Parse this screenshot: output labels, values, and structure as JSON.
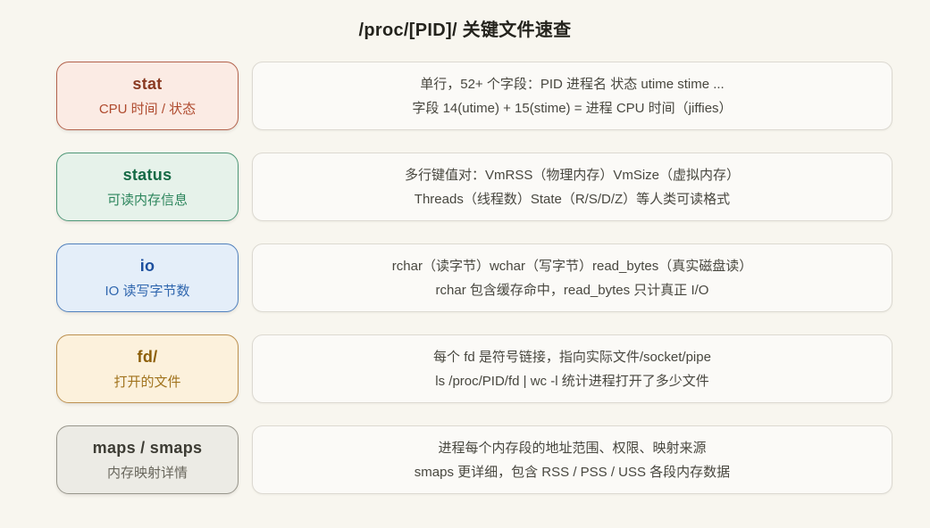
{
  "page": {
    "title": "/proc/[PID]/ 关键文件速查",
    "background": "#f8f6ef"
  },
  "description_box": {
    "bg": "#fbfaf7",
    "border": "#dcd9d1",
    "text_color": "#48473f"
  },
  "rows": [
    {
      "file": "stat",
      "role": "CPU 时间 / 状态",
      "desc": [
        "单行，52+ 个字段：PID 进程名 状态 utime stime ...",
        "字段 14(utime) + 15(stime) = 进程 CPU 时间（jiffies）"
      ],
      "colors": {
        "bg": "#fbebe4",
        "border": "#b3624c",
        "file": "#8a3a22",
        "role": "#af4a2e"
      }
    },
    {
      "file": "status",
      "role": "可读内存信息",
      "desc": [
        "多行键值对：VmRSS（物理内存）VmSize（虚拟内存）",
        "Threads（线程数）State（R/S/D/Z）等人类可读格式"
      ],
      "colors": {
        "bg": "#e6f2ea",
        "border": "#4f9878",
        "file": "#156a45",
        "role": "#2c855c"
      }
    },
    {
      "file": "io",
      "role": "IO 读写字节数",
      "desc": [
        "rchar（读字节）wchar（写字节）read_bytes（真实磁盘读）",
        "rchar 包含缓存命中，read_bytes 只计真正 I/O"
      ],
      "colors": {
        "bg": "#e4eef9",
        "border": "#5181bd",
        "file": "#1c4f9e",
        "role": "#2f66ae"
      }
    },
    {
      "file": "fd/",
      "role": "打开的文件",
      "desc": [
        "每个 fd 是符号链接，指向实际文件/socket/pipe",
        "ls /proc/PID/fd | wc -l 统计进程打开了多少文件"
      ],
      "colors": {
        "bg": "#fcf1dc",
        "border": "#bd9150",
        "file": "#8d5f0a",
        "role": "#a1731d"
      }
    },
    {
      "file": "maps / smaps",
      "role": "内存映射详情",
      "desc": [
        "进程每个内存段的地址范围、权限、映射来源",
        "smaps 更详细，包含 RSS / PSS / USS 各段内存数据"
      ],
      "colors": {
        "bg": "#ecebe5",
        "border": "#98968c",
        "file": "#3d3c34",
        "role": "#68665c"
      }
    }
  ]
}
